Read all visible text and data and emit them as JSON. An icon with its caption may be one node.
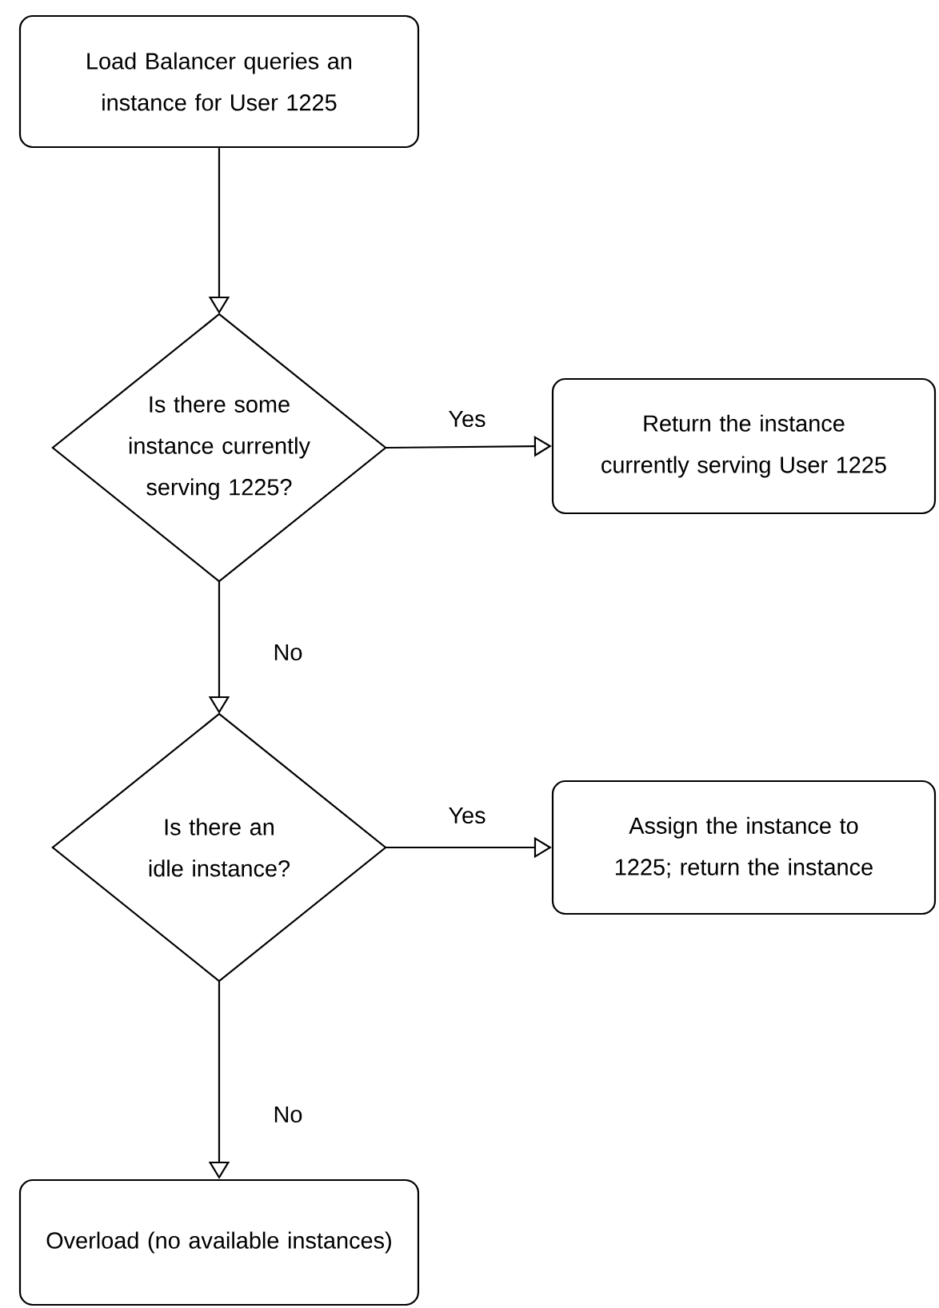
{
  "diagram": {
    "nodes": [
      {
        "text": [
          "Load Balancer queries an instance for User 1225"
        ]
      },
      {
        "text": [
          "Is there some instance currently serving 1225?"
        ]
      },
      {
        "text": [
          "Return the instance currently serving User 1225"
        ]
      },
      {
        "text": [
          "Is there an idle instance?"
        ]
      },
      {
        "text": [
          "Assign the instance to 1225; return the instance"
        ]
      },
      {
        "text": [
          "Overload (no available instances)"
        ]
      }
    ],
    "edges": [
      {
        "from": 0,
        "to": 1,
        "arrow": "to"
      },
      {
        "from": 1,
        "to": 2,
        "arrow": "to",
        "label": "Yes"
      },
      {
        "from": 1,
        "to": 3,
        "arrow": "to",
        "label": "No"
      },
      {
        "from": 3,
        "to": 4,
        "arrow": "to",
        "label": "Yes"
      },
      {
        "from": 3,
        "to": 5,
        "arrow": "to",
        "label": "No"
      }
    ]
  }
}
